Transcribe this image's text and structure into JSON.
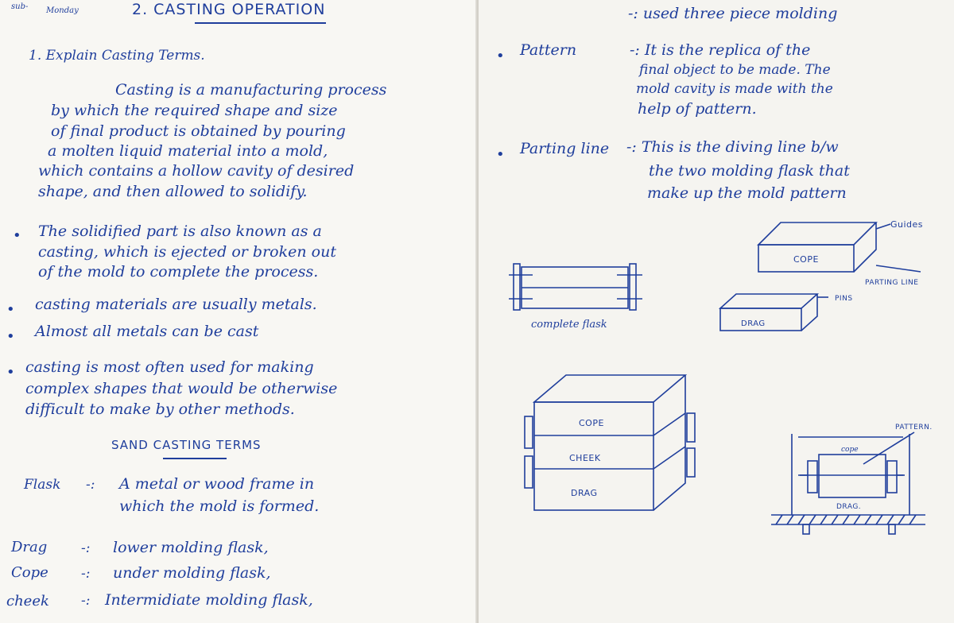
{
  "header": {
    "subject_label": "sub-",
    "day_label": "Monday",
    "chapter_title": "2. CASTING OPERATION"
  },
  "left": {
    "question": "1. Explain Casting Terms.",
    "para_lines": [
      "Casting is a manufacturing process",
      "by which the required shape and size",
      "of final product is obtained by pouring",
      "a molten liquid material into a mold,",
      "which contains a hollow cavity of desired",
      "shape, and then allowed to solidify."
    ],
    "bullets": [
      [
        "The solidified part is also known as a",
        "casting, which is ejected or broken out",
        "of the mold to complete the process."
      ],
      [
        "casting materials are usually metals."
      ],
      [
        "Almost all metals can be cast"
      ],
      [
        "casting is most often used for making",
        "complex shapes that would be otherwise",
        "difficult to make by other methods."
      ]
    ],
    "subheading": "SAND CASTING TERMS",
    "flask": {
      "term": "Flask",
      "sep": "-:",
      "lines": [
        "A metal or wood frame in",
        "which the mold is formed."
      ]
    },
    "defs": [
      {
        "term": "Drag",
        "sep": "-:",
        "text": "lower molding flask,"
      },
      {
        "term": "Cope",
        "sep": "-:",
        "text": "under molding flask,"
      },
      {
        "term": "cheek",
        "sep": "-:",
        "text": "Intermidiate molding flask,"
      }
    ]
  },
  "right": {
    "top_note": "-: used three piece molding",
    "pattern": {
      "term": "Pattern",
      "lines": [
        "-: It is the replica of the",
        "final object to be made. The",
        "mold cavity is made with the",
        "help of pattern."
      ]
    },
    "parting": {
      "term": "Parting line",
      "lines": [
        "-: This is the diving line b/w",
        "the two molding flask that",
        "make up the mold pattern"
      ]
    },
    "fig1": {
      "caption": "complete flask"
    },
    "fig2": {
      "guides": "Guides",
      "cope": "COPE",
      "parting_line": "PARTING LINE",
      "pins": "PINS",
      "drag": "DRAG"
    },
    "fig3": {
      "cope": "COPE",
      "cheek": "CHEEK",
      "drag": "DRAG"
    },
    "fig4": {
      "pattern": "PATTERN.",
      "cope": "cope",
      "drag": "DRAG."
    }
  }
}
